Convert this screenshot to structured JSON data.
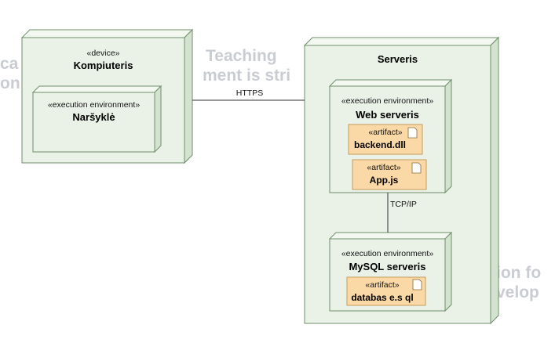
{
  "watermark": {
    "lines": [
      "ca",
      "on",
      "Teaching",
      "ment is stri",
      "ion fo",
      "velop"
    ]
  },
  "nodes": {
    "kompiuteris": {
      "stereotype": "«device»",
      "name": "Kompiuteris",
      "env": {
        "stereotype": "«execution environment»",
        "name": "Naršyklė"
      }
    },
    "serveris": {
      "name": "Serveris",
      "web": {
        "stereotype": "«execution environment»",
        "name": "Web serveris",
        "artifacts": [
          {
            "stereotype": "«artifact»",
            "name": "backend.dll"
          },
          {
            "stereotype": "«artifact»",
            "name": "App.js"
          }
        ]
      },
      "mysql": {
        "stereotype": "«execution environment»",
        "name": "MySQL serveris",
        "artifacts": [
          {
            "stereotype": "«artifact»",
            "name": "databas e.s ql"
          }
        ]
      }
    }
  },
  "connectors": {
    "https": "HTTPS",
    "tcpip": "TCP/IP"
  },
  "colors": {
    "node_fill": "#eaf2e8",
    "node_side": "#d3e3cf",
    "node_stroke": "#6f8f6a",
    "artifact_fill": "#fbd9a6",
    "artifact_stroke": "#c49a5c"
  }
}
